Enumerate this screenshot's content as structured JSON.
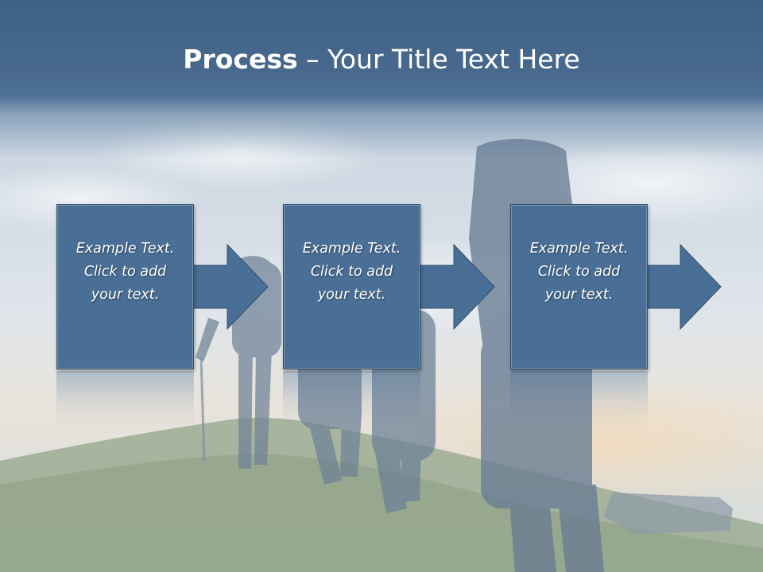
{
  "slide": {
    "title_bold": "Process",
    "title_rest": " – Your Title Text Here",
    "steps": [
      {
        "text": "Example Text.\nClick  to add\nyour text."
      },
      {
        "text": "Example Text.\nClick  to add\nyour text."
      },
      {
        "text": "Example Text.\nClick  to add\nyour text."
      }
    ]
  },
  "colors": {
    "box_fill": "#4a6f96",
    "box_border": "#2f4d6b",
    "header_band": "#46688c",
    "text": "#ffffff"
  },
  "icons": {
    "step_connector": "right-arrow-icon"
  }
}
